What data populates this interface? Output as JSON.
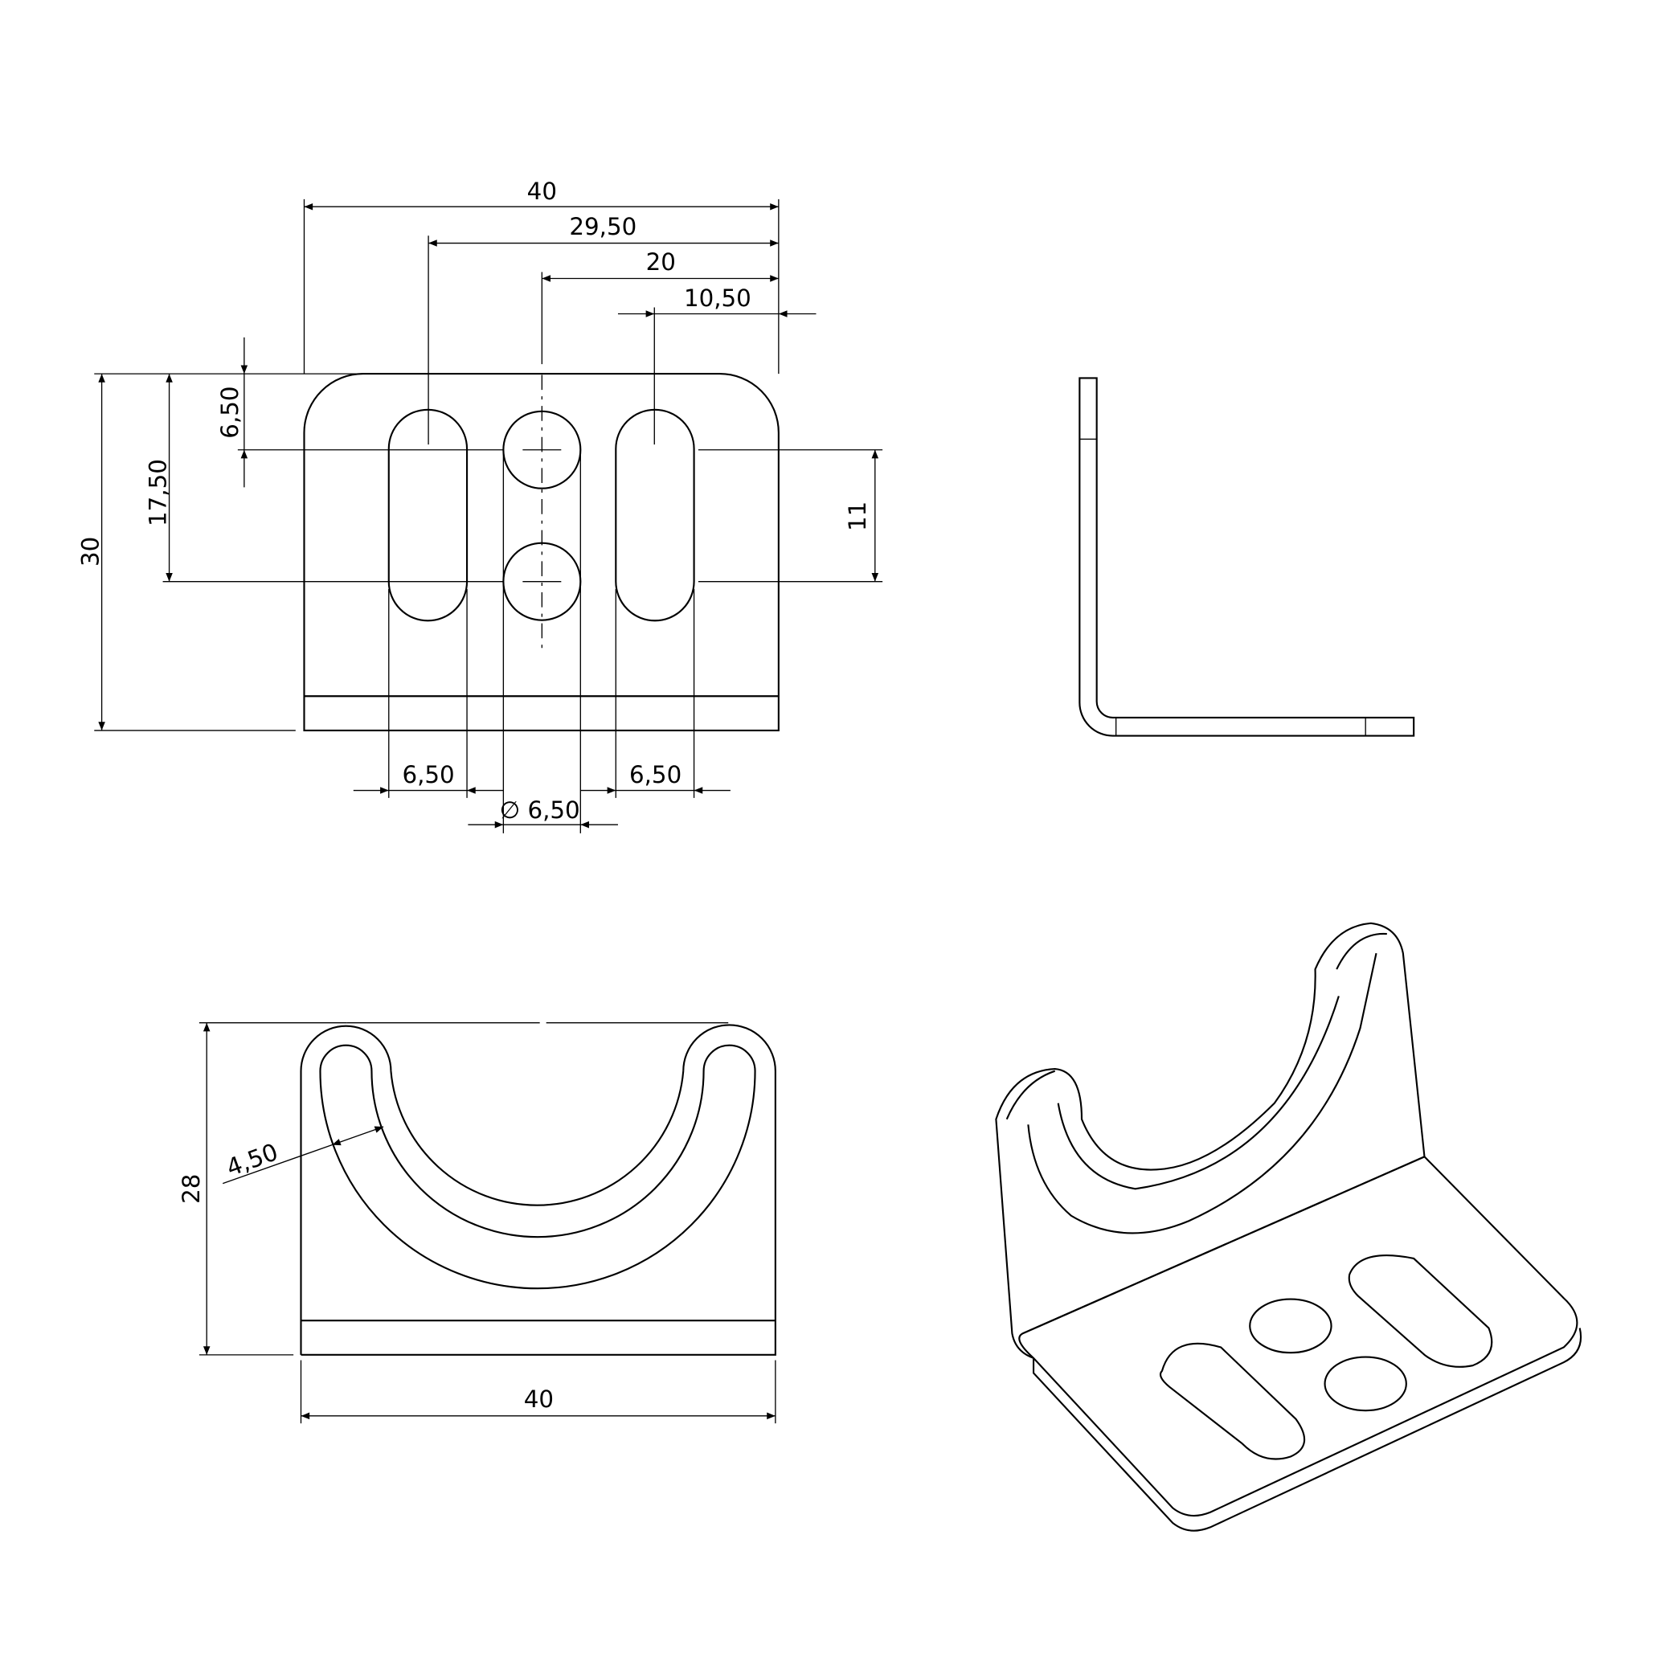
{
  "top_view": {
    "width": "40",
    "slot_left_pos": "29,50",
    "holes_pos": "20",
    "slot_right_pos": "10,50",
    "height": "30",
    "lower_axis": "17,50",
    "upper_axis": "6,50",
    "axis_spacing": "11",
    "slot_left_width": "6,50",
    "slot_right_width": "6,50",
    "hole_diameter": "∅ 6,50"
  },
  "front_view": {
    "height": "28",
    "width": "40",
    "slot_width": "4,50"
  }
}
